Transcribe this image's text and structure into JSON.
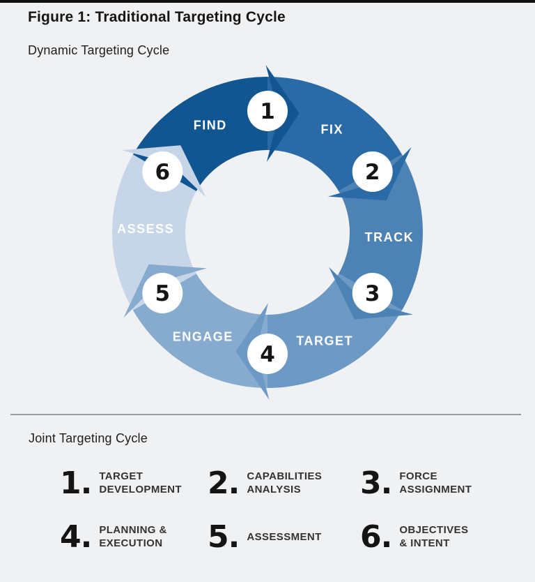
{
  "page": {
    "background": "#f0f1f3",
    "top_bar_color": "#101010",
    "divider_color": "#97999d"
  },
  "figure_title": "Figure 1: Traditional Targeting Cycle",
  "dynamic_cycle": {
    "title": "Dynamic Targeting Cycle",
    "label_color": "#ffffff",
    "number_color": "#151515",
    "circle_fill": "#ffffff",
    "steps": [
      {
        "number": "1",
        "label": "FIND",
        "color": "#115591"
      },
      {
        "number": "2",
        "label": "FIX",
        "color": "#2a6ba7"
      },
      {
        "number": "3",
        "label": "TRACK",
        "color": "#4d83b4"
      },
      {
        "number": "4",
        "label": "TARGET",
        "color": "#6d9ac5"
      },
      {
        "number": "5",
        "label": "ENGAGE",
        "color": "#87abce"
      },
      {
        "number": "6",
        "label": "ASSESS",
        "color": "#c6d6e8"
      }
    ]
  },
  "joint_cycle": {
    "title": "Joint Targeting Cycle",
    "items": [
      {
        "number": "1.",
        "lines": [
          "TARGET",
          "DEVELOPMENT"
        ]
      },
      {
        "number": "2.",
        "lines": [
          "CAPABILITIES",
          "ANALYSIS"
        ]
      },
      {
        "number": "3.",
        "lines": [
          "FORCE",
          "ASSIGNMENT"
        ]
      },
      {
        "number": "4.",
        "lines": [
          "PLANNING &",
          "EXECUTION"
        ]
      },
      {
        "number": "5.",
        "lines": [
          "ASSESSMENT"
        ]
      },
      {
        "number": "6.",
        "lines": [
          "OBJECTIVES",
          "& INTENT"
        ]
      }
    ]
  }
}
